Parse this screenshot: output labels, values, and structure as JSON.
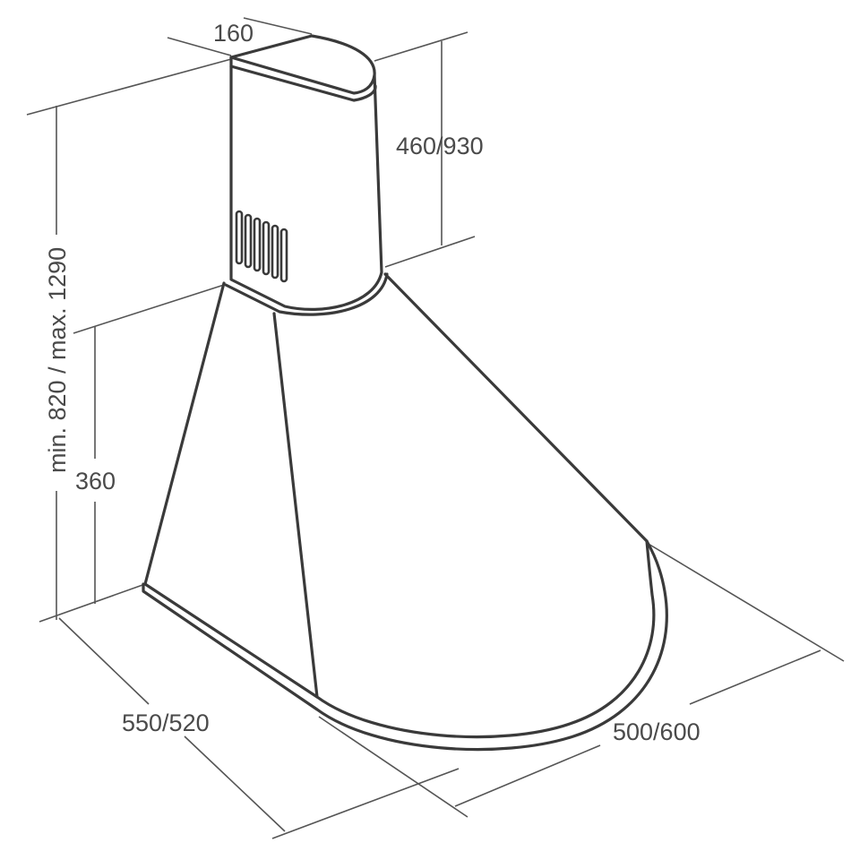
{
  "diagram": {
    "labels": {
      "duct_width": "160",
      "duct_height": "460/930",
      "total_height": "min. 820 / max. 1290",
      "hood_height": "360",
      "hood_depth": "550/520",
      "hood_width": "500/600"
    },
    "colors": {
      "background": "#ffffff",
      "line": "#3a3a3a",
      "dimension": "#555555",
      "text": "#4a4a4a"
    }
  }
}
